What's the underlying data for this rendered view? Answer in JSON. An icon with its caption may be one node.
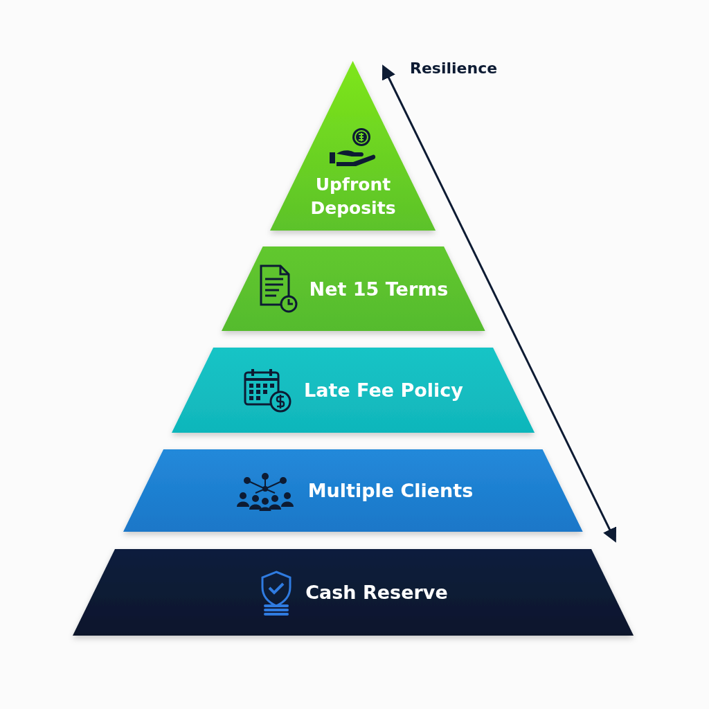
{
  "diagram": {
    "nodes": [
      {
        "text": [
          "Upfront Deposits"
        ]
      },
      {
        "text": [
          "Net 15 Terms"
        ]
      },
      {
        "text": [
          "Late Fee Policy"
        ]
      },
      {
        "text": [
          "Multiple Clients"
        ]
      },
      {
        "text": [
          "Cash Reserve"
        ]
      }
    ],
    "labels": [
      "Resilience"
    ]
  }
}
